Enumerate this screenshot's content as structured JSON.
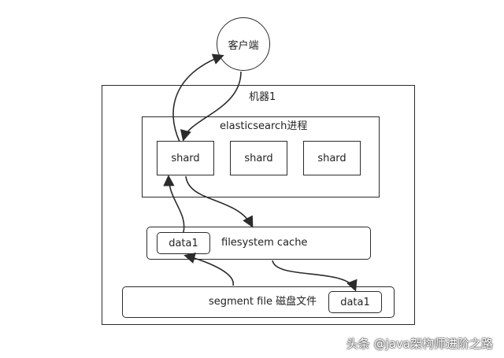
{
  "client": {
    "label": "客户端"
  },
  "machine": {
    "label": "机器1"
  },
  "es_process": {
    "label": "elasticsearch进程"
  },
  "shards": [
    {
      "label": "shard"
    },
    {
      "label": "shard"
    },
    {
      "label": "shard"
    }
  ],
  "fs_cache": {
    "label": "filesystem cache",
    "data_label": "data1"
  },
  "disk": {
    "label": "segment file 磁盘文件",
    "data_label": "data1"
  },
  "watermark": {
    "text": "头条 @java架构师进阶之路"
  },
  "colors": {
    "stroke": "#2b2b2b",
    "background": "#ffffff"
  }
}
